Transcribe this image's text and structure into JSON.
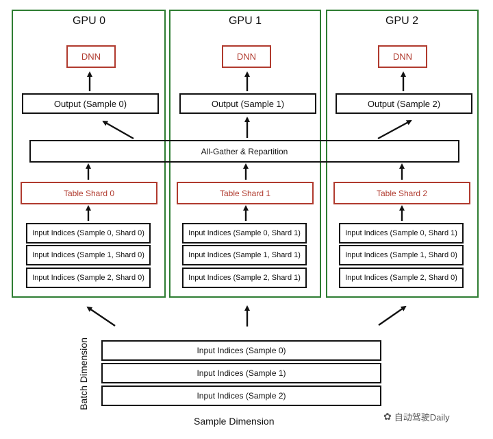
{
  "gpus": [
    {
      "title": "GPU 0",
      "dnn": "DNN",
      "output": "Output (Sample 0)",
      "shard": "Table Shard 0",
      "inputs": [
        "Input Indices (Sample 0, Shard 0)",
        "Input Indices (Sample 1, Shard 0)",
        "Input Indices (Sample 2, Shard 0)"
      ]
    },
    {
      "title": "GPU 1",
      "dnn": "DNN",
      "output": "Output (Sample 1)",
      "shard": "Table Shard 1",
      "inputs": [
        "Input Indices (Sample 0, Shard 1)",
        "Input Indices (Sample 1, Shard 1)",
        "Input Indices (Sample 2, Shard 1)"
      ]
    },
    {
      "title": "GPU 2",
      "dnn": "DNN",
      "output": "Output (Sample 2)",
      "shard": "Table Shard 2",
      "inputs": [
        "Input Indices (Sample 0, Shard 1)",
        "Input Indices (Sample 1, Shard 0)",
        "Input Indices (Sample 2, Shard 0)"
      ]
    }
  ],
  "all_gather": "All-Gather & Repartition",
  "bottom_inputs": [
    "Input Indices (Sample 0)",
    "Input Indices (Sample 1)",
    "Input Indices (Sample 2)"
  ],
  "axes": {
    "batch": "Batch Dimension",
    "sample": "Sample Dimension"
  },
  "watermark": "自动驾驶Daily",
  "colors": {
    "gpu_border": "#2e7d32",
    "shard_accent": "#b03a2e",
    "box_border": "#111111"
  }
}
